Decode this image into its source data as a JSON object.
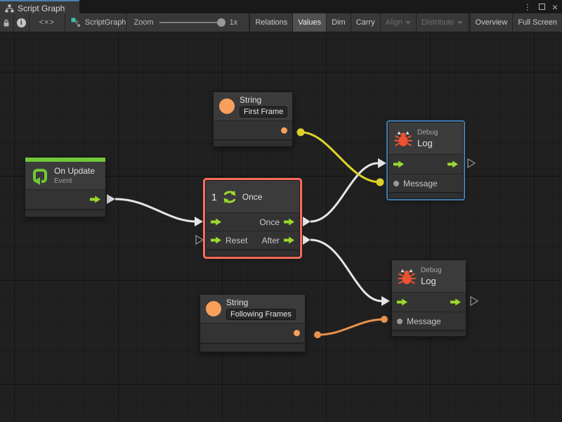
{
  "window": {
    "tab_title": "Script Graph"
  },
  "icons": {
    "kebab": "⋮",
    "close": "×",
    "breadcrumb": "<×>"
  },
  "toolbar": {
    "graph_name": "ScriptGraph",
    "zoom_label": "Zoom",
    "zoom_value": "1x",
    "buttons": [
      {
        "label": "Relations",
        "state": "normal"
      },
      {
        "label": "Values",
        "state": "active"
      },
      {
        "label": "Dim",
        "state": "normal"
      },
      {
        "label": "Carry",
        "state": "normal"
      },
      {
        "label": "Align",
        "state": "disabled",
        "dropdown": true
      },
      {
        "label": "Distribute",
        "state": "disabled",
        "dropdown": true
      },
      {
        "label": "Overview",
        "state": "normal"
      },
      {
        "label": "Full Screen",
        "state": "normal"
      }
    ]
  },
  "nodes": {
    "string_first": {
      "title": "String",
      "value": "First Frame"
    },
    "on_update": {
      "title": "On Update",
      "subtitle": "Event"
    },
    "once": {
      "count": "1",
      "title": "Once",
      "in_reset": "Reset",
      "out_once": "Once",
      "out_after": "After"
    },
    "debug_top": {
      "category": "Debug",
      "title": "Log",
      "message": "Message"
    },
    "string_following": {
      "title": "String",
      "value": "Following Frames"
    },
    "debug_bottom": {
      "category": "Debug",
      "title": "Log",
      "message": "Message"
    }
  },
  "colors": {
    "accent_green": "#9bd92e",
    "event_green": "#71c837",
    "selection_red": "#fb6c5b",
    "selection_blue": "#3e7cb1",
    "value_orange": "#f7a05c",
    "bug_red": "#ee5130",
    "wire_yellow": "#ddd22a",
    "wire_orange": "#e8924d",
    "wire_white": "#e6e6e6"
  }
}
